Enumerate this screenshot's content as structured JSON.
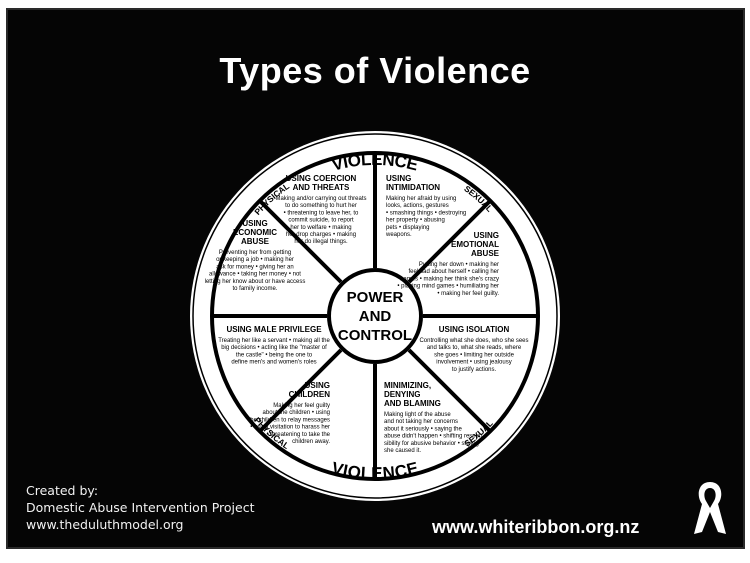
{
  "title": "Types of Violence",
  "colors": {
    "background": "#050505",
    "wheel": "#ffffff",
    "ink": "#000000",
    "text": "#ffffff"
  },
  "rim": {
    "top_center": "VIOLENCE",
    "top_left": "PHYSICAL",
    "top_right": "SEXUAL",
    "bottom_center": "VIOLENCE",
    "bottom_left": "PHYSICAL",
    "bottom_right": "SEXUAL"
  },
  "hub": [
    "POWER",
    "AND",
    "CONTROL"
  ],
  "segments": [
    {
      "heading": [
        "USING COERCION",
        "AND THREATS"
      ],
      "body": [
        "Making and/or carrying out threats",
        "to do something to hurt her",
        "• threatening to leave her, to",
        "commit suicide, to report",
        "her to welfare • making",
        "her drop charges • making",
        "her do illegal things."
      ]
    },
    {
      "heading": [
        "USING",
        "INTIMIDATION"
      ],
      "body": [
        "Making her afraid by using",
        "looks, actions, gestures",
        "• smashing things • destroying",
        "her property • abusing",
        "pets • displaying",
        "weapons."
      ]
    },
    {
      "heading": [
        "USING",
        "EMOTIONAL",
        "ABUSE"
      ],
      "body": [
        "Putting her down • making her",
        "feel bad about herself • calling her",
        "names • making her think she's crazy",
        "• playing mind games • humiliating her",
        "• making her feel guilty."
      ]
    },
    {
      "heading": [
        "USING ISOLATION"
      ],
      "body": [
        "Controlling what she does, who she sees",
        "and talks to, what she reads, where",
        "she goes • limiting her outside",
        "involvement • using jealousy",
        "to justify actions."
      ]
    },
    {
      "heading": [
        "MINIMIZING,",
        "DENYING",
        "AND BLAMING"
      ],
      "body": [
        "Making light of the abuse",
        "and not taking her concerns",
        "about it seriously • saying the",
        "abuse didn't happen • shifting respon-",
        "sibility for abusive behavior • saying",
        "she caused it."
      ]
    },
    {
      "heading": [
        "USING",
        "CHILDREN"
      ],
      "body": [
        "Making her feel guilty",
        "about the children • using",
        "the children to relay messages",
        "• using visitation to harass her",
        "• threatening to take the",
        "children away."
      ]
    },
    {
      "heading": [
        "USING MALE PRIVILEGE"
      ],
      "body": [
        "Treating her like a servant • making all the",
        "big decisions • acting like the \"master of",
        "the castle\" • being the one to",
        "define men's and women's roles"
      ]
    },
    {
      "heading": [
        "USING",
        "ECONOMIC",
        "ABUSE"
      ],
      "body": [
        "Preventing her from getting",
        "or keeping a job • making her",
        "ask for money • giving her an",
        "allowance • taking her money • not",
        "letting her know about or have access",
        "to family income."
      ]
    }
  ],
  "credit": {
    "line1": "Created by:",
    "line2": "Domestic Abuse Intervention Project",
    "line3": "www.theduluthmodel.org"
  },
  "website": "www.whiteribbon.org.nz",
  "logo_icon": "white-ribbon-icon"
}
